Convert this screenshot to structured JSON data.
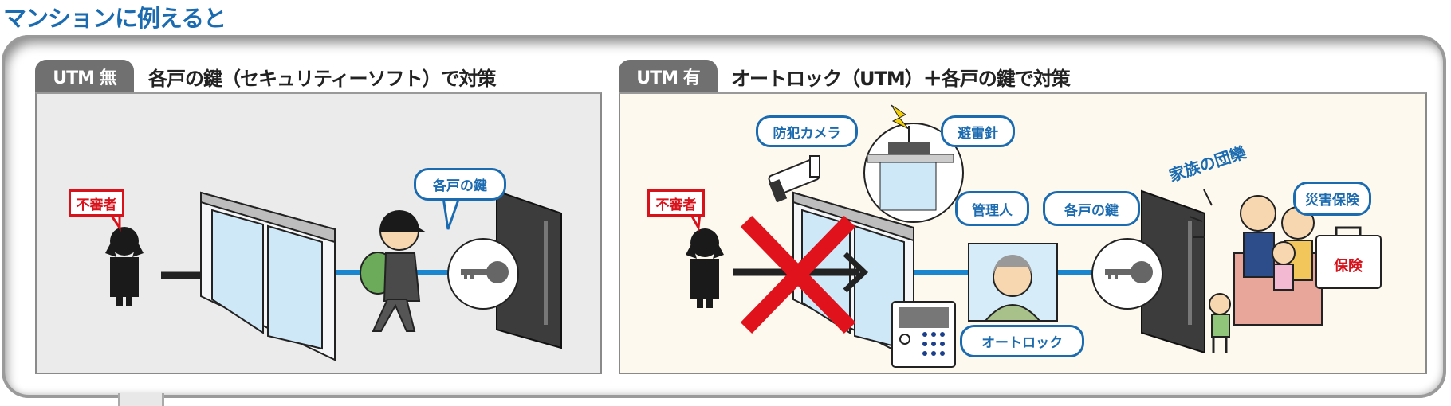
{
  "title": "マンションに例えると",
  "left": {
    "tab": "UTM 無",
    "heading": "各戸の鍵（セキュリティーソフト）で対策",
    "labels": {
      "intruder": "不審者",
      "door_key": "各戸の鍵"
    }
  },
  "right": {
    "tab": "UTM 有",
    "heading": "オートロック（UTM）＋各戸の鍵で対策",
    "labels": {
      "intruder": "不審者",
      "camera": "防犯カメラ",
      "lightning_rod": "避雷針",
      "manager": "管理人",
      "door_key": "各戸の鍵",
      "autolock": "オートロック",
      "family": "家族の団欒",
      "insurance": "災害保険",
      "insurance_case": "保険"
    }
  },
  "colors": {
    "title_blue": "#1b6bb0",
    "tab_gray": "#707070",
    "left_bg": "#ebebeb",
    "right_bg": "#fdf9ef",
    "red": "#d7121b",
    "line_blue": "#1a86d0"
  }
}
